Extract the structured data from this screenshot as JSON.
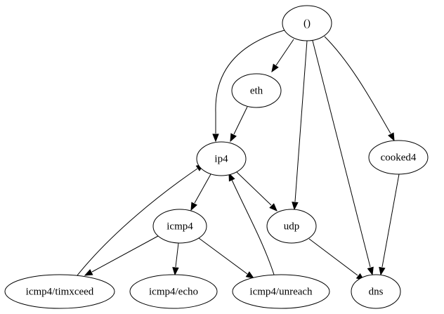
{
  "diagram": {
    "type": "directed-graph",
    "colors": {
      "background": "#ffffff",
      "stroke": "#000000",
      "text": "#000000"
    },
    "nodes": [
      {
        "id": "root",
        "label": "()"
      },
      {
        "id": "eth",
        "label": "eth"
      },
      {
        "id": "ip4",
        "label": "ip4"
      },
      {
        "id": "cooked4",
        "label": "cooked4"
      },
      {
        "id": "icmp4",
        "label": "icmp4"
      },
      {
        "id": "udp",
        "label": "udp"
      },
      {
        "id": "icmp4_timxceed",
        "label": "icmp4/timxceed"
      },
      {
        "id": "icmp4_echo",
        "label": "icmp4/echo"
      },
      {
        "id": "icmp4_unreach",
        "label": "icmp4/unreach"
      },
      {
        "id": "dns",
        "label": "dns"
      }
    ],
    "edges": [
      {
        "from": "root",
        "to": "ip4"
      },
      {
        "from": "root",
        "to": "eth"
      },
      {
        "from": "root",
        "to": "udp"
      },
      {
        "from": "root",
        "to": "dns"
      },
      {
        "from": "root",
        "to": "cooked4"
      },
      {
        "from": "eth",
        "to": "ip4"
      },
      {
        "from": "ip4",
        "to": "icmp4"
      },
      {
        "from": "ip4",
        "to": "udp"
      },
      {
        "from": "icmp4",
        "to": "icmp4_timxceed"
      },
      {
        "from": "icmp4",
        "to": "icmp4_echo"
      },
      {
        "from": "icmp4",
        "to": "icmp4_unreach"
      },
      {
        "from": "icmp4_timxceed",
        "to": "ip4"
      },
      {
        "from": "icmp4_unreach",
        "to": "ip4"
      },
      {
        "from": "udp",
        "to": "dns"
      },
      {
        "from": "cooked4",
        "to": "dns"
      }
    ]
  }
}
